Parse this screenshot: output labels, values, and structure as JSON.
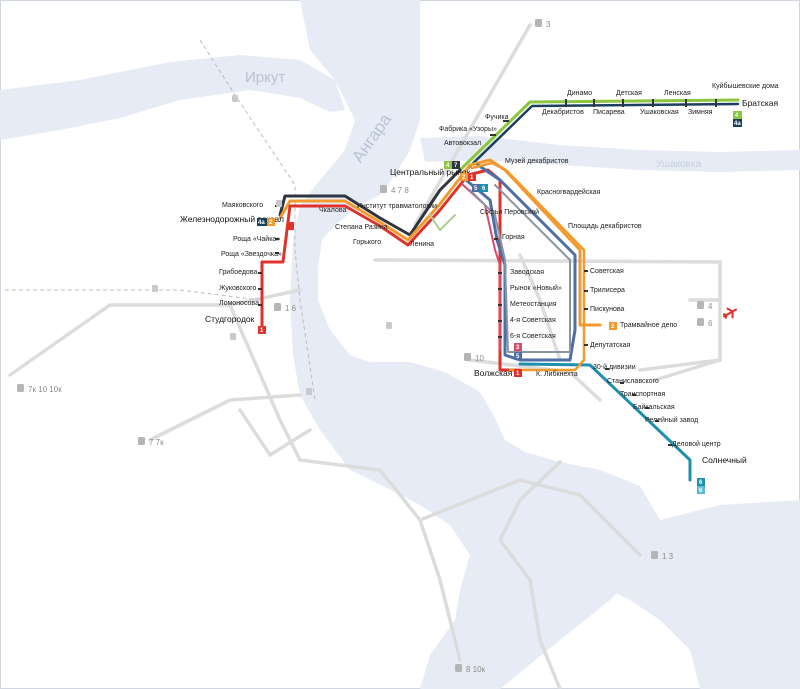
{
  "colors": {
    "water": "#e6ebf5",
    "road": "#dcdcdc",
    "line1": "#e0322c",
    "line2": "#f29a2e",
    "line3": "#d94a6a",
    "line4": "#8cc63f",
    "line4a": "#1b3f5e",
    "line5": "#4d6fa6",
    "line6": "#1f8fae",
    "line7": "#2f3440",
    "depot": "#a9d08e"
  },
  "rivers": {
    "irkut": "Иркут",
    "angara": "Ангара",
    "ushakovka": "Ушаковка"
  },
  "stations": {
    "bratskaya": "Братская",
    "kuibyshevskie": "Куйбышевские дома",
    "zimnyaya": "Зимняя",
    "lenskaya": "Ленская",
    "ushakovskaya": "Ушаковская",
    "detskaya": "Детская",
    "pisareva": "Писарева",
    "dinamo": "Динамо",
    "dekabristov": "Декабристов",
    "fuchika": "Фучика",
    "fabrika": "Фабрика «Узоры»",
    "avtovokzal": "Автовокзал",
    "muzei": "Музей декабристов",
    "tsentralny": "Центральный рынок",
    "krasnogvardeiskaya": "Красногвардейская",
    "sofyi": "Софьи Перовской",
    "ploshchad": "Площадь декабристов",
    "gornaya": "Горная",
    "zavodskaya": "Заводская",
    "rynok_novy": "Рынок «Новый»",
    "meteostantsiya": "Метеостанция",
    "sovetskaya4": "4-я Советская",
    "sovetskaya6": "6-я Советская",
    "volzhskaya": "Волжская",
    "k_libknekhta": "К. Либкнехта",
    "sovetskaya": "Советская",
    "trilisera": "Трилисера",
    "piskunova": "Пискунова",
    "depo": "Трамвайное депо",
    "deputatskaya": "Депутатская",
    "diviziya30": "30-й дивизии",
    "stanislavskogo": "Станиславского",
    "transportnaya": "Транспортная",
    "baikalskaya": "Байкальская",
    "releiny": "Релейный завод",
    "delovoi": "Деловой центр",
    "solnechny": "Солнечный",
    "institut": "Институт травматологии",
    "chkalova": "Чкалова",
    "stepana": "Степана Разина",
    "gorkogo": "Горького",
    "lenina": "Ленина",
    "mayakovskogo": "Маяковского",
    "vokzal": "Железнодорожный вокзал",
    "roshcha_chaika": "Роща «Чайка»",
    "roshcha_zvezdochka": "Роща «Звездочка»",
    "griboedova": "Грибоедова",
    "zhukovskogo": "Жуковского",
    "lomonosova": "Ломоносова",
    "studgorodok": "Студгородок"
  },
  "bus_labels": {
    "b3": "3",
    "b478": "4 7 8",
    "b16": "1 6",
    "b10": "10",
    "b7k": "7к 10 10к",
    "b77k": "7 7к",
    "b13": "1 3",
    "b810k": "8 10к",
    "b4": "4",
    "b6": "6"
  },
  "line_badges": {
    "l1": "1",
    "l2": "2",
    "l3": "3",
    "l4": "4",
    "l4a": "4а",
    "l5": "5",
    "l6": "6",
    "l7": "7"
  }
}
